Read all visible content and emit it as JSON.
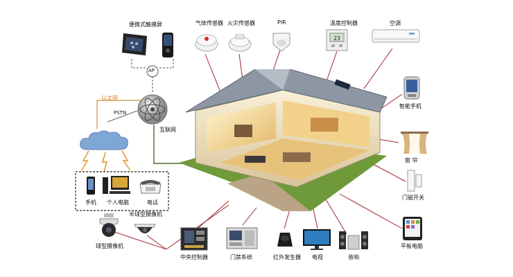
{
  "labels": {
    "touch_screen": "便携式触摸屏",
    "gas_sensor": "气体传感器",
    "fire_sensor": "火灾传感器",
    "pir": "PIR",
    "temp_controller": "温度控制器",
    "air_conditioner": "空调",
    "smart_phone": "智能手机",
    "curtain": "窗  帘",
    "door_switch": "门磁开关",
    "tablet": "平板电脑",
    "audio": "音响",
    "tv": "电视",
    "ir_generator": "红外发生器",
    "access_system": "门禁系统",
    "central_controller": "中央控制器",
    "dome_camera": "球型摄像机",
    "half_dome_camera": "半球型摄像机",
    "mobile": "手机",
    "pc": "个人电脑",
    "telephone": "电话",
    "ethernet": "以太网",
    "pstn": "PSTN",
    "internet": "互联网",
    "ap": "AP"
  },
  "colors": {
    "link_red": "#a0252a",
    "link_brown": "#8a5a2a",
    "link_green": "#4d6b2a",
    "link_dashed": "#555555",
    "ethernet_text": "#e07f1e"
  },
  "thermostat_display": "23"
}
